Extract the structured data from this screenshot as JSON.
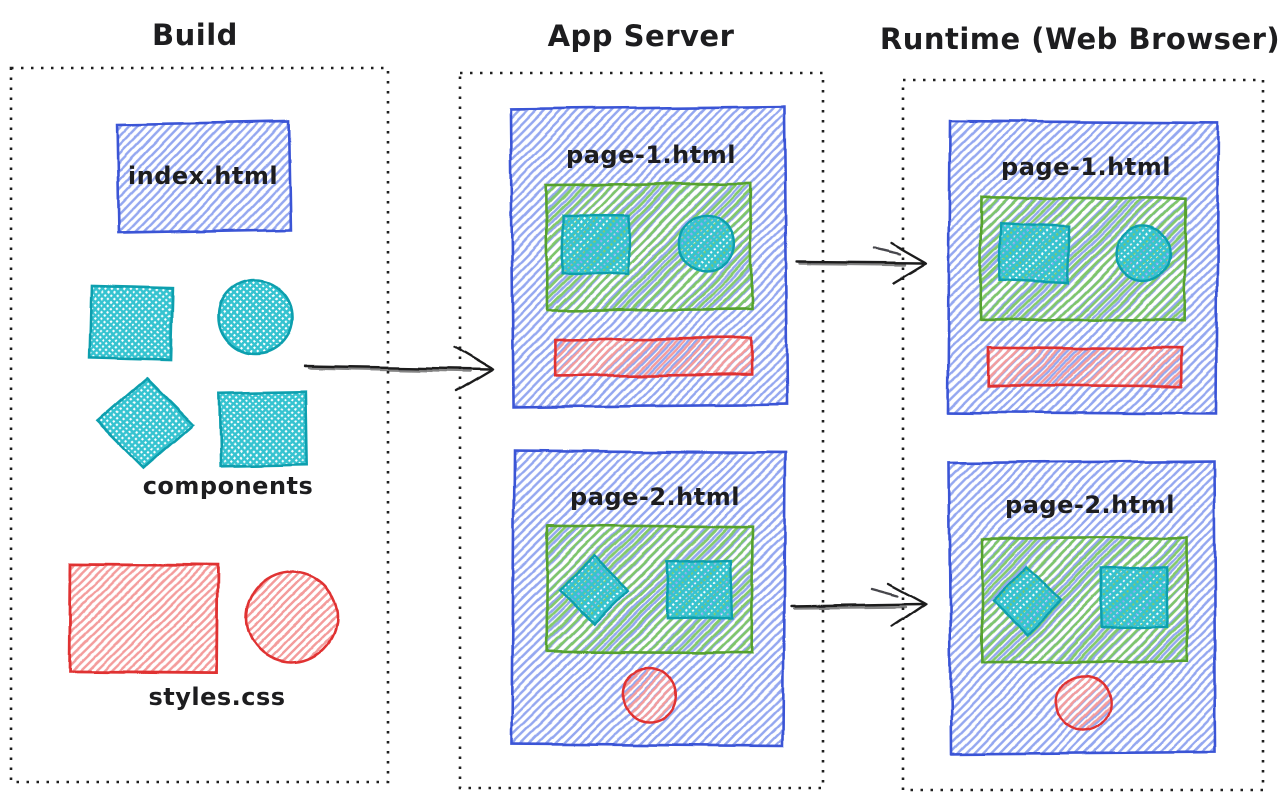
{
  "colors": {
    "ink": "#1d1d1f",
    "blue-stroke": "#3b55d6",
    "blue-hatch": "#94a7f0",
    "teal-stroke": "#0c9fae",
    "teal-hatch": "#35c3d0",
    "green-stroke": "#56a22e",
    "green-hatch": "#7cc763",
    "red-stroke": "#e03131",
    "red-hatch": "#f49c9c",
    "border-dot": "#1f1f1f"
  },
  "diagram": {
    "columns": [
      {
        "id": "build",
        "title": "Build"
      },
      {
        "id": "app-server",
        "title": "App Server"
      },
      {
        "id": "runtime",
        "title": "Runtime (Web Browser)"
      }
    ],
    "build": {
      "index_file_label": "index.html",
      "components_label": "components",
      "styles_file_label": "styles.css"
    },
    "app_server": {
      "pages": [
        {
          "title": "page-1.html"
        },
        {
          "title": "page-2.html"
        }
      ]
    },
    "runtime": {
      "pages": [
        {
          "title": "page-1.html"
        },
        {
          "title": "page-2.html"
        }
      ]
    }
  }
}
